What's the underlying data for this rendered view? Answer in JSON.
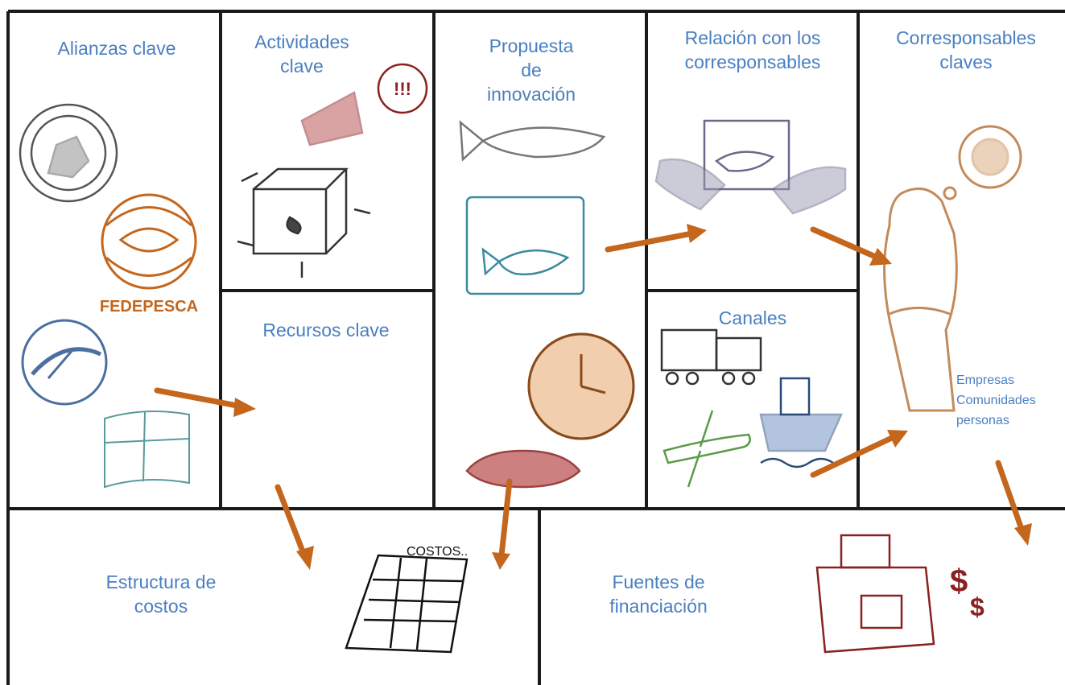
{
  "blocks": {
    "alianzas": "Alianzas clave",
    "actividades": "Actividades\nclave",
    "propuesta": "Propuesta\nde\ninnovación",
    "relacion": "Relación con los\ncorresponsables",
    "corresponsables": "Corresponsables\nclaves",
    "recursos": "Recursos clave",
    "canales": "Canales",
    "costos": "Estructura de\ncostos",
    "fuentes": "Fuentes de\nfinanciación"
  },
  "segments": [
    "Empresas",
    "Comunidades",
    "personas"
  ],
  "sketch_text": {
    "fedepesca": "FEDEPESCA",
    "costos_sheet": "COSTOS..",
    "alert": "!!!",
    "dollar": "$"
  },
  "colors": {
    "title": "#4a7fc1",
    "arrow": "#c4661c",
    "grid": "#1a1a1a"
  }
}
